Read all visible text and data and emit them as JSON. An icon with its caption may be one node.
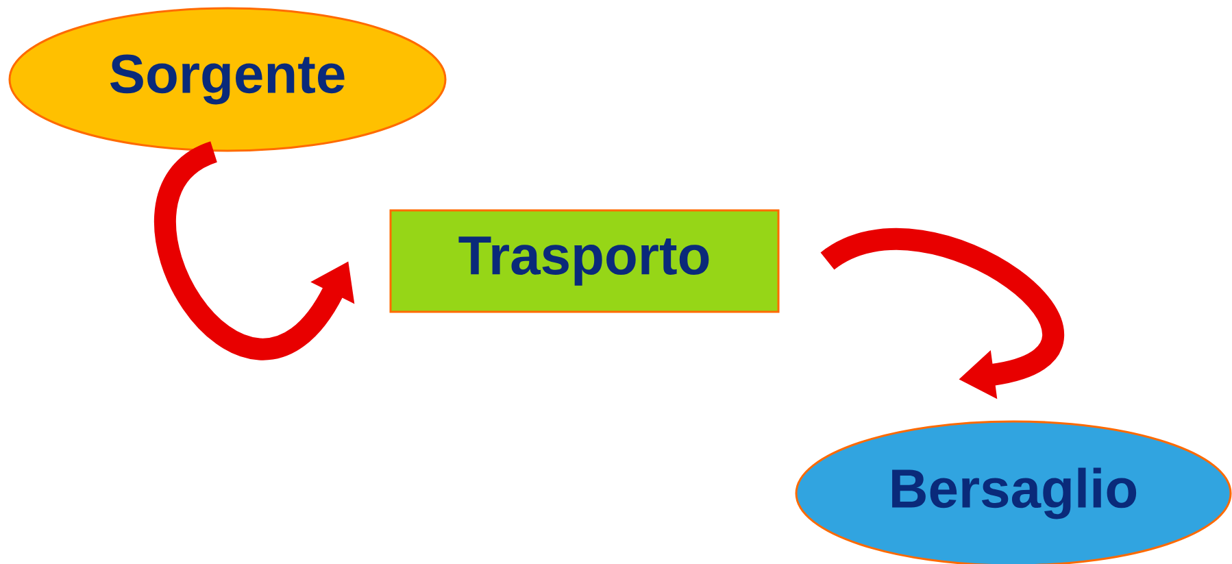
{
  "diagram": {
    "nodes": [
      {
        "text": [
          "Sorgente"
        ]
      },
      {
        "text": [
          "Trasporto"
        ]
      },
      {
        "text": [
          "Bersaglio"
        ]
      }
    ],
    "edges": [
      {
        "from": 0,
        "to": 1,
        "arrow": "to"
      },
      {
        "from": 1,
        "to": 2,
        "arrow": "to"
      }
    ]
  }
}
